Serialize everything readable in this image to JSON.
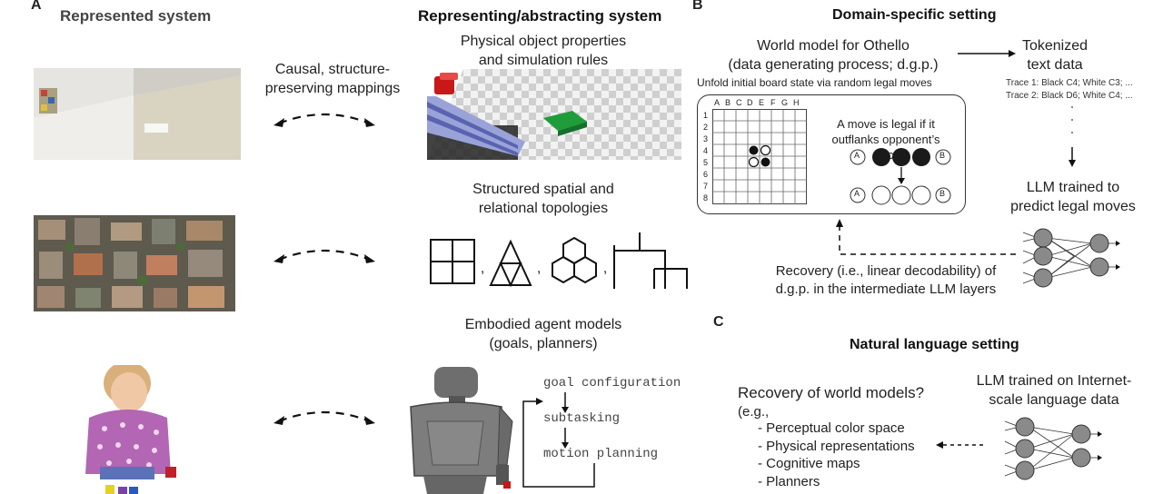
{
  "panel_a": {
    "letter": "A",
    "left_header": "Represented system",
    "right_header": "Representing/abstracting system",
    "mapping_label": "Causal, structure-\npreserving mappings",
    "rows": [
      {
        "title": "Physical object properties\nand simulation rules"
      },
      {
        "title": "Structured spatial and\nrelational topologies"
      },
      {
        "title": "Embodied agent models\n(goals, planners)"
      }
    ],
    "planner_steps": [
      "goal configuration",
      "subtasking",
      "motion planning"
    ],
    "topology_separator": ","
  },
  "panel_b": {
    "letter": "B",
    "header": "Domain-specific setting",
    "world_model": "World model for Othello\n(data generating process; d.g.p.)",
    "unfold": "Unfold initial board state via random legal moves",
    "board_cols": [
      "A",
      "B",
      "C",
      "D",
      "E",
      "F",
      "G",
      "H"
    ],
    "board_rows": [
      "1",
      "2",
      "3",
      "4",
      "5",
      "6",
      "7",
      "8"
    ],
    "legal_text": "A move is legal if it\noutflanks opponent’s discs",
    "disc_a": "A",
    "disc_b": "B",
    "tokenized": "Tokenized\ntext data",
    "trace1": "Trace 1: Black C4; White C3; ...",
    "trace2": "Trace 2: Black D6; White C4; ...",
    "llm": "LLM trained to\npredict legal moves",
    "recovery": "Recovery (i.e., linear decodability) of\nd.g.p. in the intermediate LLM layers"
  },
  "panel_c": {
    "letter": "C",
    "header": "Natural language setting",
    "question": "Recovery of world models?",
    "eg": "(e.g.,",
    "items": [
      "- Perceptual color space",
      "- Physical representations",
      "- Cognitive maps",
      "- Planners"
    ],
    "llm": "LLM trained on Internet-\nscale language data"
  },
  "colors": {
    "dark_disc": "#1a1a1a",
    "neuron": "#8a8a8a",
    "red_block": "#d42020",
    "green_block": "#1fa23a",
    "ramp_stripe": "#8e99cf"
  }
}
